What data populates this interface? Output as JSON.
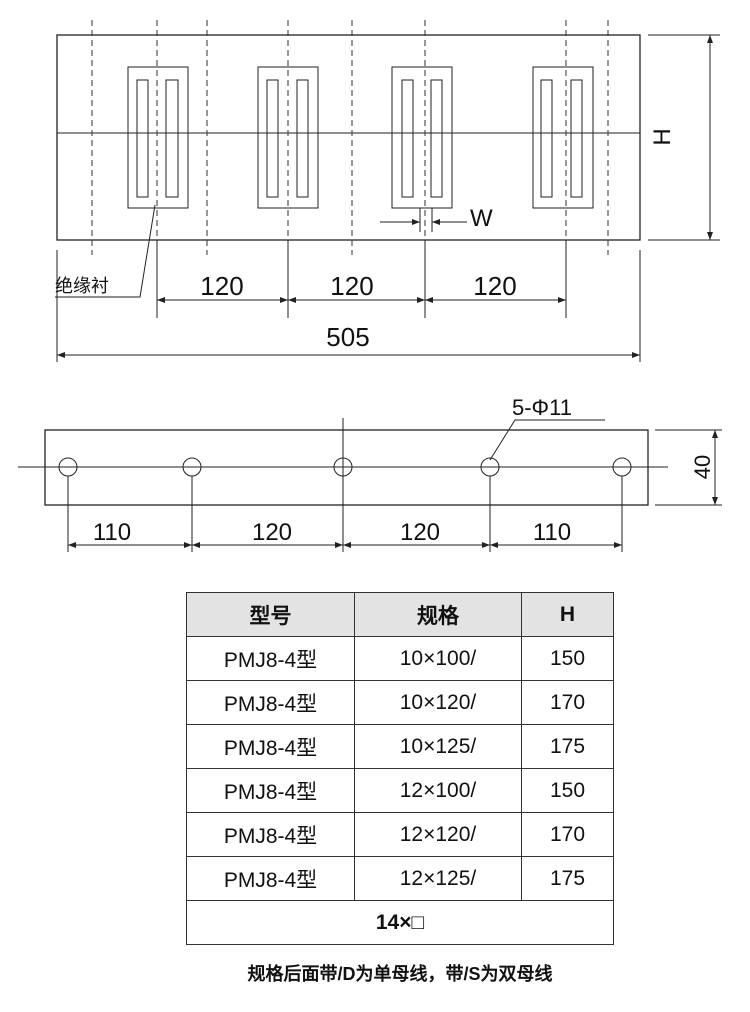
{
  "top_view": {
    "insulator_label": "绝缘衬",
    "pitch_labels": [
      "120",
      "120",
      "120"
    ],
    "total_length": "505",
    "height_label": "H",
    "width_label": "W"
  },
  "bottom_view": {
    "hole_label": "5-Φ11",
    "height": "40",
    "spacing_labels": [
      "110",
      "120",
      "120",
      "110"
    ]
  },
  "table": {
    "headers": [
      "型号",
      "规格",
      "H"
    ],
    "rows": [
      [
        "PMJ8-4型",
        "10×100/",
        "150"
      ],
      [
        "PMJ8-4型",
        "10×120/",
        "170"
      ],
      [
        "PMJ8-4型",
        "10×125/",
        "175"
      ],
      [
        "PMJ8-4型",
        "12×100/",
        "150"
      ],
      [
        "PMJ8-4型",
        "12×120/",
        "170"
      ],
      [
        "PMJ8-4型",
        "12×125/",
        "175"
      ]
    ],
    "footer": "14×□"
  },
  "note": "规格后面带/D为单母线，带/S为双母线"
}
